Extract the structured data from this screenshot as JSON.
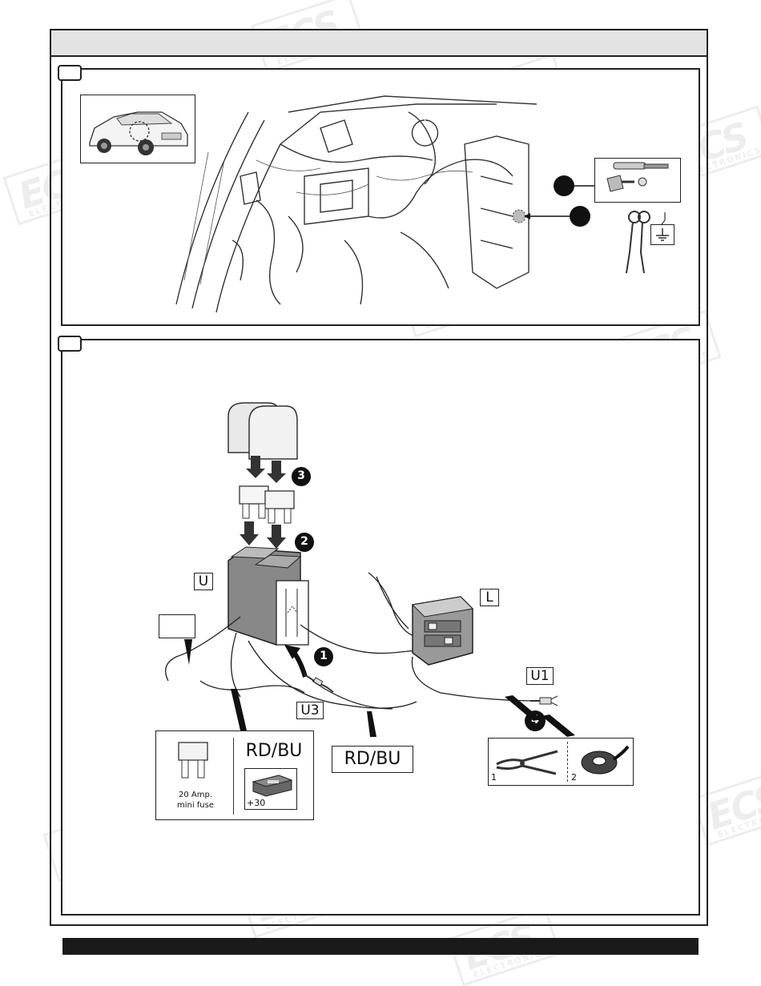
{
  "labels": {
    "u": "U",
    "l": "L",
    "u1": "U1",
    "u3": "U3",
    "rd_bu_panel": "RD/BU",
    "rd_bu_tag": "RD/BU",
    "fuse_line1": "20 Amp.",
    "fuse_line2": "mini fuse",
    "plus30": "+30",
    "tool1": "1",
    "tool2": "2"
  },
  "steps": [
    "1",
    "2",
    "3",
    "4"
  ],
  "watermark": {
    "brand": "ECS",
    "sub": "ELECTRONICS"
  },
  "icons": [
    "car-icon",
    "ground-symbol-icon",
    "bolt-icon",
    "ring-terminal-icon",
    "fuse-icon",
    "relay-icon",
    "pliers-icon",
    "tape-roll-icon",
    "connector-icon"
  ]
}
